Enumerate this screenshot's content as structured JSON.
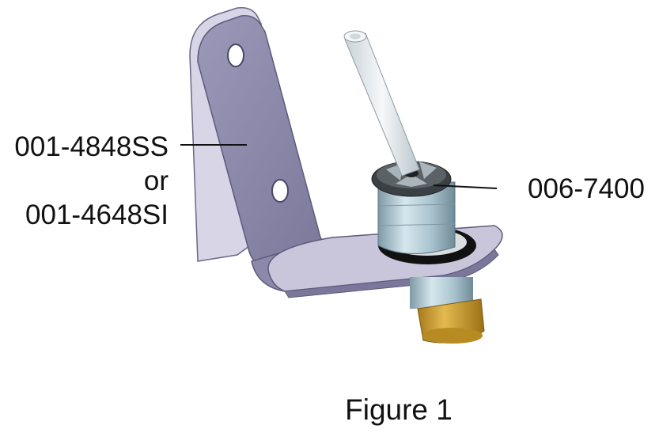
{
  "labels": {
    "bracket_part_1": "001-4848SS",
    "bracket_or": "or",
    "bracket_part_2": "001-4648SI",
    "component_part": "006-7400"
  },
  "caption": "Figure 1",
  "colors": {
    "bracket_face": "#8a86a8",
    "bracket_edge": "#cfcce0",
    "bracket_shadow": "#6e6a8c",
    "cylinder": "#a9c4d0",
    "gasket": "#111111",
    "brass": "#c99a2e",
    "tube": "#e9eef1"
  }
}
